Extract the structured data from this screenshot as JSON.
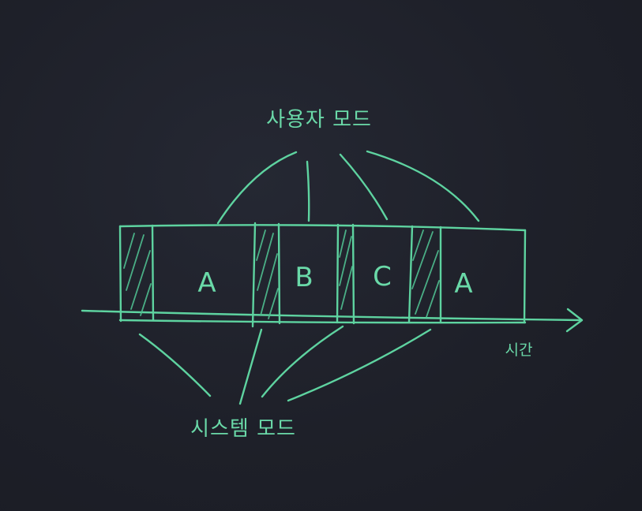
{
  "labels": {
    "user_mode": "사용자 모드",
    "system_mode": "시스템 모드",
    "time": "시간"
  },
  "segments": [
    {
      "kind": "system"
    },
    {
      "kind": "user",
      "label": "A"
    },
    {
      "kind": "system"
    },
    {
      "kind": "user",
      "label": "B"
    },
    {
      "kind": "system"
    },
    {
      "kind": "user",
      "label": "C"
    },
    {
      "kind": "system"
    },
    {
      "kind": "user",
      "label": "A"
    }
  ],
  "colors": {
    "background": "#1e2029",
    "ink": "#5ed3a0"
  }
}
